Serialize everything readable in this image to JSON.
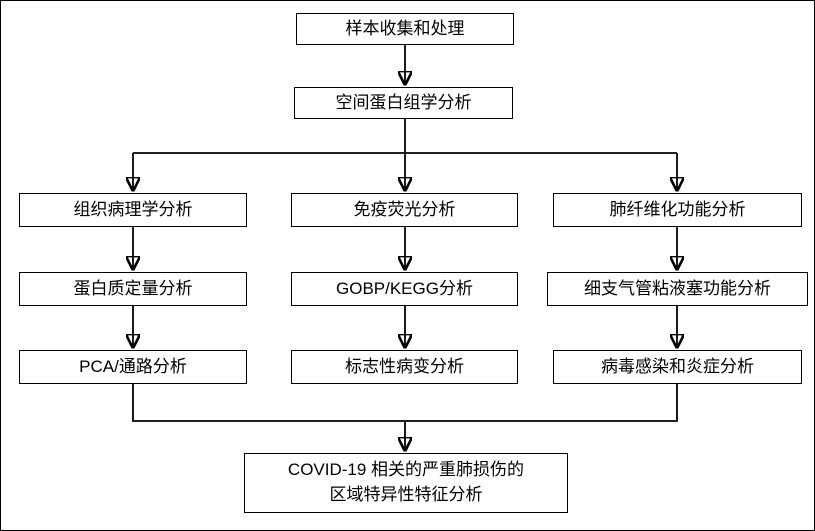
{
  "diagram": {
    "title": "COVID-19 spatial proteomics workflow flowchart",
    "colors": {
      "stroke": "#000000",
      "node_fill": "#ffffff",
      "text": "#000000",
      "background": "#ffffff"
    },
    "nodes": {
      "sample": "样本收集和处理",
      "spatial": "空间蛋白组学分析",
      "left1": "组织病理学分析",
      "left2": "蛋白质定量分析",
      "left3": "PCA/通路分析",
      "mid1": "免疫荧光分析",
      "mid2": "GOBP/KEGG分析",
      "mid3": "标志性病变分析",
      "right1": "肺纤维化功能分析",
      "right2": "细支气管粘液塞功能分析",
      "right3": "病毒感染和炎症分析",
      "final_line1": "COVID-19 相关的严重肺损伤的",
      "final_line2": "区域特异性特征分析"
    },
    "edges": [
      "sample -> spatial",
      "spatial -> left1",
      "spatial -> mid1",
      "spatial -> right1",
      "left1 -> left2",
      "left2 -> left3",
      "mid1 -> mid2",
      "mid2 -> mid3",
      "right1 -> right2",
      "right2 -> right3",
      "left3 -> final",
      "mid3 -> final",
      "right3 -> final"
    ]
  }
}
